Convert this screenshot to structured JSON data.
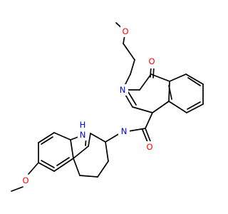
{
  "molecule": {
    "atoms": [
      {
        "id": "O_methoxy_top",
        "label": "O",
        "color": "#ff0000"
      },
      {
        "id": "O_carbonyl_ring",
        "label": "O",
        "color": "#ff0000"
      },
      {
        "id": "N_ring",
        "label": "N",
        "color": "#0000ff"
      },
      {
        "id": "O_amide",
        "label": "O",
        "color": "#ff0000"
      },
      {
        "id": "N_amide_H",
        "label": "H",
        "color": "#0000ff"
      },
      {
        "id": "N_amide",
        "label": "N",
        "color": "#0000ff"
      },
      {
        "id": "NH_indole_H",
        "label": "H",
        "color": "#0000ff"
      },
      {
        "id": "N_indole",
        "label": "N",
        "color": "#0000ff"
      },
      {
        "id": "O_methoxy_bottom",
        "label": "O",
        "color": "#ff0000"
      }
    ],
    "bond_color": "#000000"
  }
}
